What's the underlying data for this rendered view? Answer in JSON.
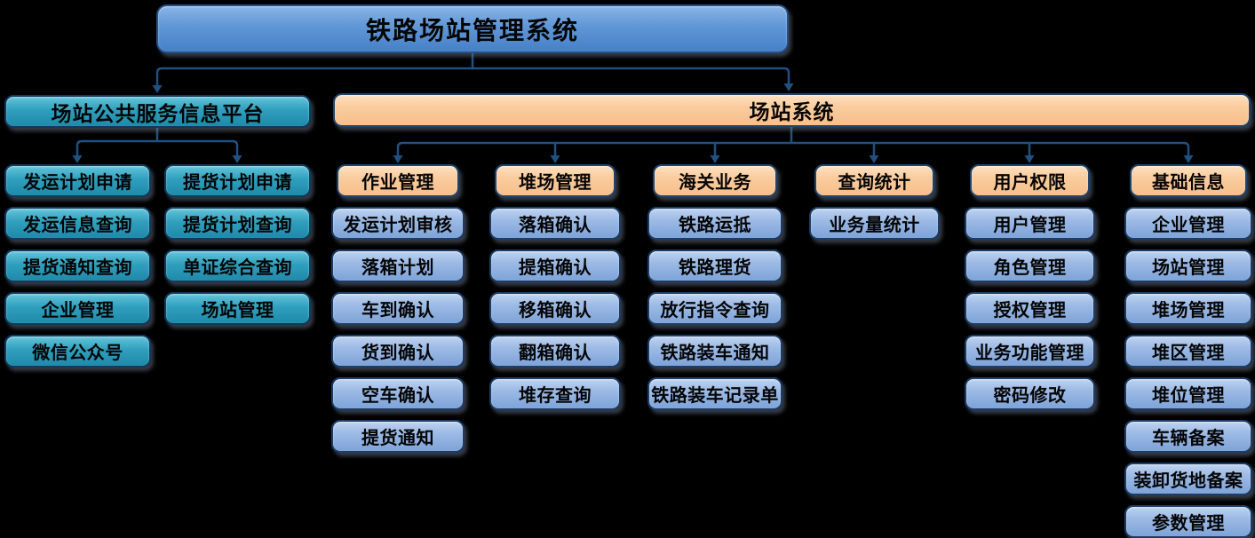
{
  "title": "铁路场站管理系统",
  "left_platform": {
    "label": "场站公共服务信息平台",
    "columns": [
      [
        "发运计划申请",
        "发运信息查询",
        "提货通知查询",
        "企业管理",
        "微信公众号"
      ],
      [
        "提货计划申请",
        "提货计划查询",
        "单证综合查询",
        "场站管理"
      ]
    ]
  },
  "station_system": {
    "label": "场站系统",
    "groups": [
      {
        "label": "作业管理",
        "items": [
          "发运计划审核",
          "落箱计划",
          "车到确认",
          "货到确认",
          "空车确认",
          "提货通知"
        ]
      },
      {
        "label": "堆场管理",
        "items": [
          "落箱确认",
          "提箱确认",
          "移箱确认",
          "翻箱确认",
          "堆存查询"
        ]
      },
      {
        "label": "海关业务",
        "items": [
          "铁路运抵",
          "铁路理货",
          "放行指令查询",
          "铁路装车通知",
          "铁路装车记录单"
        ]
      },
      {
        "label": "查询统计",
        "items": [
          "业务量统计"
        ]
      },
      {
        "label": "用户权限",
        "items": [
          "用户管理",
          "角色管理",
          "授权管理",
          "业务功能管理",
          "密码修改"
        ]
      },
      {
        "label": "基础信息",
        "items": [
          "企业管理",
          "场站管理",
          "堆场管理",
          "堆区管理",
          "堆位管理",
          "车辆备案",
          "装卸货地备案",
          "参数管理"
        ]
      }
    ]
  },
  "colors": {
    "background": "#000000",
    "title_blue": "#5f96d6",
    "node_blue": "#9cbae5",
    "node_teal": "#2f9fbd",
    "node_orange": "#facc9e",
    "connector": "#20507f",
    "text": "#050505"
  }
}
